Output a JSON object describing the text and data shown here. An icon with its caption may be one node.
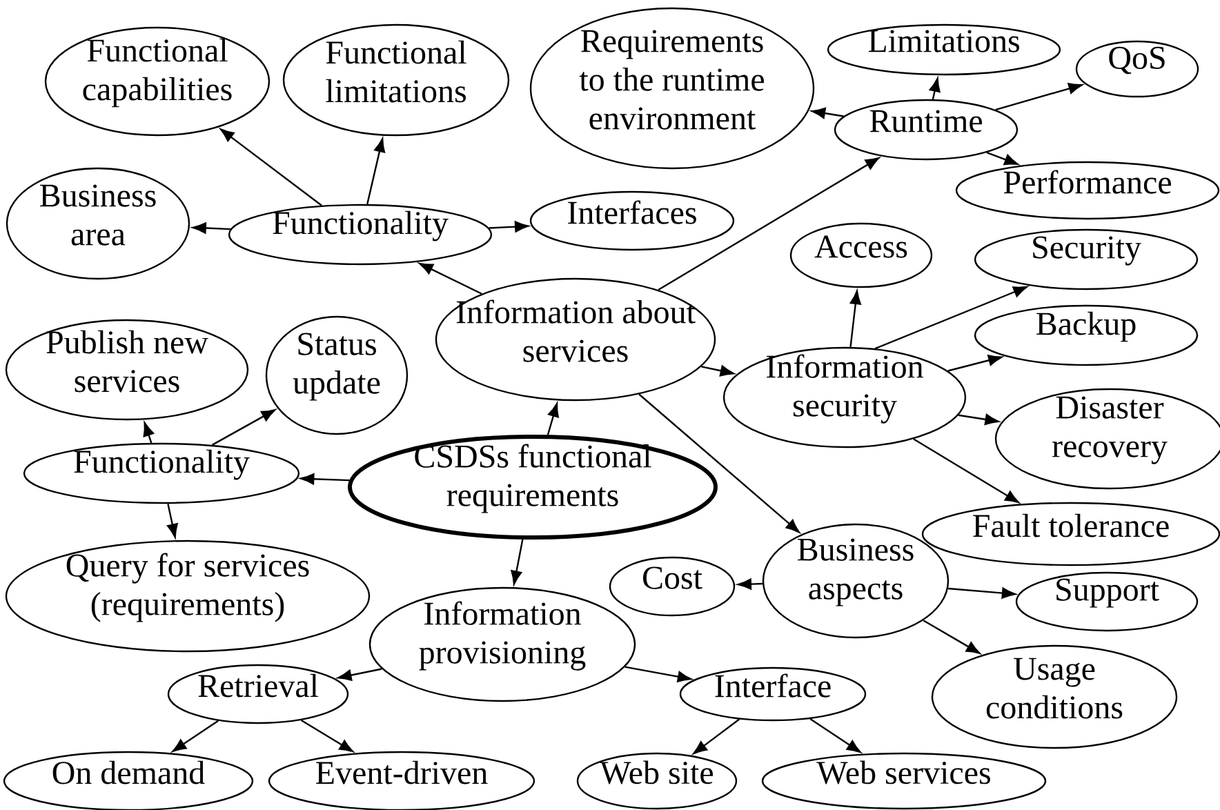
{
  "diagram": {
    "nodes": [
      {
        "text": [
          "CSDSs functional requirements"
        ]
      },
      {
        "text": [
          "Information about services"
        ]
      },
      {
        "text": [
          "Functionality"
        ]
      },
      {
        "text": [
          "Functional capabilities"
        ]
      },
      {
        "text": [
          "Functional limitations"
        ]
      },
      {
        "text": [
          "Business area"
        ]
      },
      {
        "text": [
          "Interfaces"
        ]
      },
      {
        "text": [
          "Runtime"
        ]
      },
      {
        "text": [
          "Requirements to the runtime environment"
        ]
      },
      {
        "text": [
          "Limitations"
        ]
      },
      {
        "text": [
          "QoS"
        ]
      },
      {
        "text": [
          "Performance"
        ]
      },
      {
        "text": [
          "Access"
        ]
      },
      {
        "text": [
          "Security"
        ]
      },
      {
        "text": [
          "Information security"
        ]
      },
      {
        "text": [
          "Backup"
        ]
      },
      {
        "text": [
          "Disaster recovery"
        ]
      },
      {
        "text": [
          "Fault tolerance"
        ]
      },
      {
        "text": [
          "Business aspects"
        ]
      },
      {
        "text": [
          "Cost"
        ]
      },
      {
        "text": [
          "Support"
        ]
      },
      {
        "text": [
          "Usage conditions"
        ]
      },
      {
        "text": [
          "Functionality"
        ]
      },
      {
        "text": [
          "Publish new services"
        ]
      },
      {
        "text": [
          "Status update"
        ]
      },
      {
        "text": [
          "Query for services (requirements)"
        ]
      },
      {
        "text": [
          "Information provisioning"
        ]
      },
      {
        "text": [
          "Retrieval"
        ]
      },
      {
        "text": [
          "On demand"
        ]
      },
      {
        "text": [
          "Event-driven"
        ]
      },
      {
        "text": [
          "Interface"
        ]
      },
      {
        "text": [
          "Web site"
        ]
      },
      {
        "text": [
          "Web services"
        ]
      }
    ],
    "edges": [
      {
        "from": 0,
        "to": 1,
        "arrow": "to"
      },
      {
        "from": 1,
        "to": 2,
        "arrow": "to"
      },
      {
        "from": 2,
        "to": 3,
        "arrow": "to"
      },
      {
        "from": 2,
        "to": 4,
        "arrow": "to"
      },
      {
        "from": 2,
        "to": 5,
        "arrow": "to"
      },
      {
        "from": 2,
        "to": 6,
        "arrow": "to"
      },
      {
        "from": 1,
        "to": 7,
        "arrow": "to"
      },
      {
        "from": 7,
        "to": 8,
        "arrow": "to"
      },
      {
        "from": 7,
        "to": 9,
        "arrow": "to"
      },
      {
        "from": 7,
        "to": 10,
        "arrow": "to"
      },
      {
        "from": 7,
        "to": 11,
        "arrow": "to"
      },
      {
        "from": 1,
        "to": 14,
        "arrow": "to"
      },
      {
        "from": 14,
        "to": 12,
        "arrow": "to"
      },
      {
        "from": 14,
        "to": 13,
        "arrow": "to"
      },
      {
        "from": 14,
        "to": 15,
        "arrow": "to"
      },
      {
        "from": 14,
        "to": 16,
        "arrow": "to"
      },
      {
        "from": 14,
        "to": 17,
        "arrow": "to"
      },
      {
        "from": 1,
        "to": 18,
        "arrow": "to"
      },
      {
        "from": 18,
        "to": 19,
        "arrow": "to"
      },
      {
        "from": 18,
        "to": 20,
        "arrow": "to"
      },
      {
        "from": 18,
        "to": 21,
        "arrow": "to"
      },
      {
        "from": 0,
        "to": 22,
        "arrow": "to"
      },
      {
        "from": 22,
        "to": 23,
        "arrow": "to"
      },
      {
        "from": 22,
        "to": 24,
        "arrow": "to"
      },
      {
        "from": 22,
        "to": 25,
        "arrow": "to"
      },
      {
        "from": 0,
        "to": 26,
        "arrow": "to"
      },
      {
        "from": 26,
        "to": 27,
        "arrow": "to"
      },
      {
        "from": 27,
        "to": 28,
        "arrow": "to"
      },
      {
        "from": 27,
        "to": 29,
        "arrow": "to"
      },
      {
        "from": 26,
        "to": 30,
        "arrow": "to"
      },
      {
        "from": 30,
        "to": 31,
        "arrow": "to"
      },
      {
        "from": 30,
        "to": 32,
        "arrow": "to"
      }
    ]
  }
}
